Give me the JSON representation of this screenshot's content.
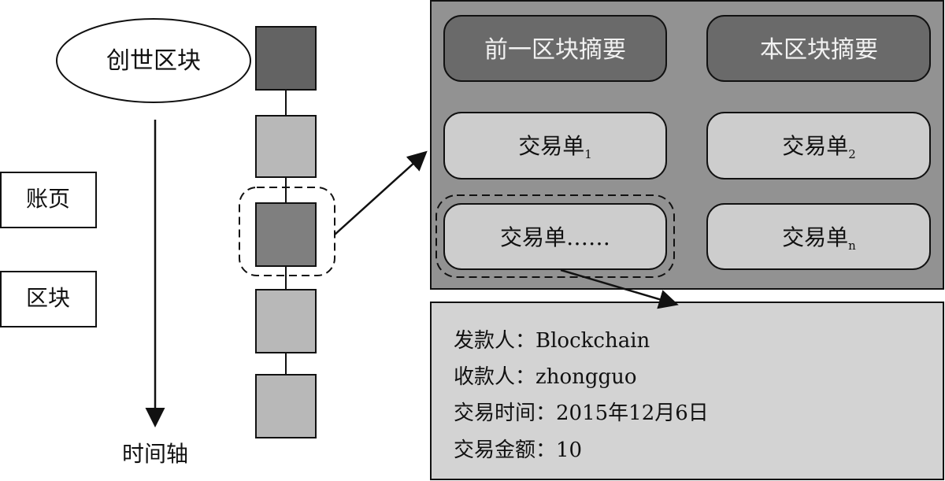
{
  "genesis_label": "创世区块",
  "time_axis_label": "时间轴",
  "legend": {
    "ledger_page": "账页",
    "block": "区块"
  },
  "chain": {
    "block_count": 5,
    "highlighted_index": 2
  },
  "block_detail": {
    "prev_hash": "前一区块摘要",
    "this_hash": "本区块摘要",
    "tx_base": "交易单",
    "tx_subscripts": [
      "1",
      "2",
      "n"
    ],
    "tx_ellipsis": "交易单……"
  },
  "transaction": {
    "sender": "发款人：Blockchain",
    "receiver": "收款人：zhongguo",
    "time": "交易时间：2015年12月6日",
    "amount": "交易金额：10"
  },
  "colors": {
    "dark_block": "#636363",
    "light_block": "#b8b8b8",
    "mid_block": "#7f7f7f",
    "panel": "#929292",
    "pill_dark": "#6a6a6a",
    "pill_light": "#cdcdcd",
    "detail_box": "#d3d3d3"
  }
}
